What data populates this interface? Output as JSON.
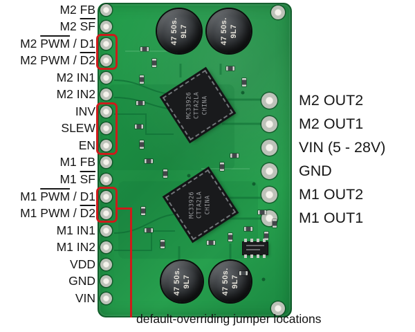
{
  "figure": {
    "caption": "default-overriding jumper locations"
  },
  "colors": {
    "pcb_green": "#23a04c",
    "annotation_red": "#cc1b1b"
  },
  "left_pins": [
    {
      "parts": [
        {
          "t": "M2 FB"
        }
      ]
    },
    {
      "parts": [
        {
          "t": "M2 "
        },
        {
          "t": "SF",
          "over": true
        }
      ]
    },
    {
      "parts": [
        {
          "t": "M2 "
        },
        {
          "t": "PWM",
          "over": true
        },
        {
          "t": " / D1"
        }
      ]
    },
    {
      "parts": [
        {
          "t": "M2 PWM / "
        },
        {
          "t": "D2",
          "over": true
        }
      ]
    },
    {
      "parts": [
        {
          "t": "M2 IN1"
        }
      ]
    },
    {
      "parts": [
        {
          "t": "M2 IN2"
        }
      ]
    },
    {
      "parts": [
        {
          "t": "INV"
        }
      ]
    },
    {
      "parts": [
        {
          "t": "SLEW"
        }
      ]
    },
    {
      "parts": [
        {
          "t": "EN"
        }
      ]
    },
    {
      "parts": [
        {
          "t": "M1 FB"
        }
      ]
    },
    {
      "parts": [
        {
          "t": "M1 "
        },
        {
          "t": "SF",
          "over": true
        }
      ]
    },
    {
      "parts": [
        {
          "t": "M1 "
        },
        {
          "t": "PWM",
          "over": true
        },
        {
          "t": " / D1"
        }
      ]
    },
    {
      "parts": [
        {
          "t": "M1 PWM / "
        },
        {
          "t": "D2",
          "over": true
        }
      ]
    },
    {
      "parts": [
        {
          "t": "M1 IN1"
        }
      ]
    },
    {
      "parts": [
        {
          "t": "M1 IN2"
        }
      ]
    },
    {
      "parts": [
        {
          "t": "VDD"
        }
      ]
    },
    {
      "parts": [
        {
          "t": "GND"
        }
      ]
    },
    {
      "parts": [
        {
          "t": "VIN"
        }
      ]
    }
  ],
  "right_pins": [
    {
      "label": "M2 OUT2"
    },
    {
      "label": "M2 OUT1"
    },
    {
      "label": "VIN (5 - 28V)"
    },
    {
      "label": "GND"
    },
    {
      "label": "M1 OUT2"
    },
    {
      "label": "M1 OUT1"
    }
  ],
  "board": {
    "capacitor_marking_line1": "47 50s.",
    "capacitor_marking_line2": "9L7",
    "ic_marking_line1": "MC33926",
    "ic_marking_line2": "CTTA2LA",
    "ic_marking_line3": "CHINA"
  },
  "jumper_groups": [
    {
      "rows": [
        2,
        3
      ]
    },
    {
      "rows": [
        6,
        7,
        8
      ]
    },
    {
      "rows": [
        11,
        12
      ]
    }
  ]
}
